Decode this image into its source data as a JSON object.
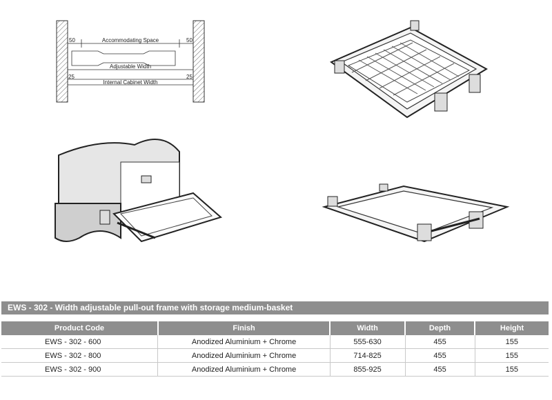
{
  "diagram": {
    "dim_50_left": "50",
    "dim_accommodating": "Accommodating Space",
    "dim_50_right": "50",
    "dim_adjustable": "Adjustable Width",
    "dim_25_left": "25",
    "dim_25_right": "25",
    "dim_internal": "Internal Cabinet Width"
  },
  "product": {
    "title": "EWS - 302 - Width adjustable pull-out frame with storage medium-basket",
    "columns": [
      "Product Code",
      "Finish",
      "Width",
      "Depth",
      "Height"
    ],
    "rows": [
      [
        "EWS  - 302 - 600",
        "Anodized Aluminium + Chrome",
        "555-630",
        "455",
        "155"
      ],
      [
        "EWS  - 302 - 800",
        "Anodized Aluminium + Chrome",
        "714-825",
        "455",
        "155"
      ],
      [
        "EWS  - 302 - 900",
        "Anodized Aluminium + Chrome",
        "855-925",
        "455",
        "155"
      ]
    ]
  }
}
